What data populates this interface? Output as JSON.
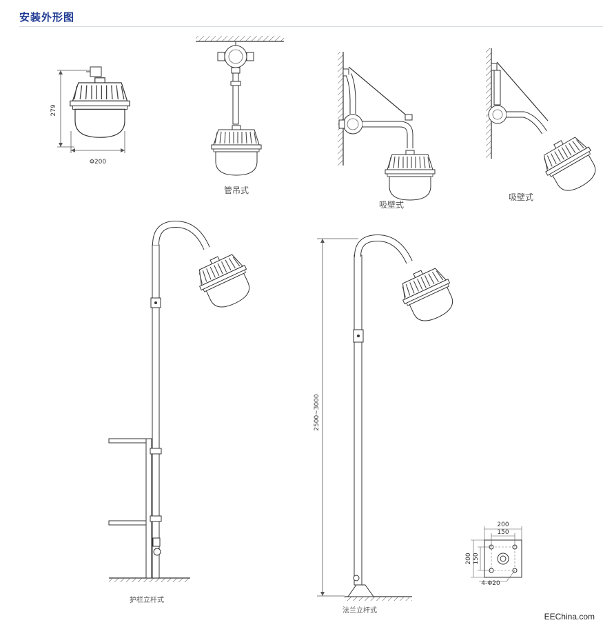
{
  "header": {
    "title": "安装外形图"
  },
  "dimensions": {
    "height": "279",
    "diameter": "Φ200",
    "pole_height": "2500~3000"
  },
  "flange": {
    "outer": "200",
    "inner": "150",
    "outer_v": "200",
    "inner_v": "150",
    "holes": "4-Φ20"
  },
  "labels": {
    "pipe_pendant": "管吊式",
    "wall_mount_a": "吸壁式",
    "wall_mount_b": "吸壁式",
    "railing_pole": "护栏立杆式",
    "flange_pole": "法兰立杆式"
  },
  "footer": {
    "watermark": "EEChina.com"
  }
}
